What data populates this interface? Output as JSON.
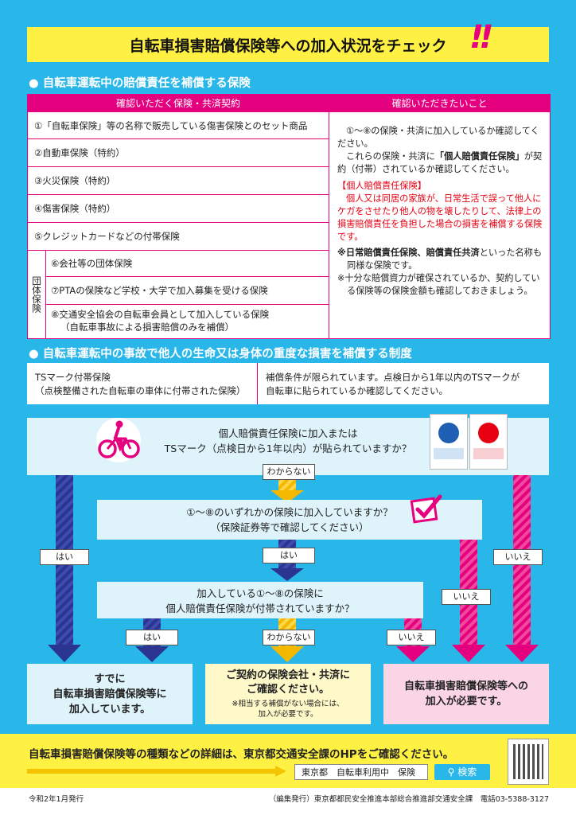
{
  "title": "自転車損害賠償保険等への加入状況をチェック",
  "title_mark": "!!",
  "section1": {
    "heading": "● 自転車運転中の賠償責任を補償する保険"
  },
  "table": {
    "col1_header": "確認いただく保険・共済契約",
    "col2_header": "確認いただきたいこと",
    "rows": [
      "①「自転車保険」等の名称で販売している傷害保険とのセット商品",
      "②自動車保険（特約）",
      "③火災保険（特約）",
      "④傷害保険（特約）",
      "⑤クレジットカードなどの付帯保険",
      "⑥会社等の団体保険",
      "⑦PTAの保険など学校・大学で加入募集を受ける保険",
      "⑧交通安全協会の自転車会員として加入している保険",
      "（自転車事故による損害賠償のみを補償）"
    ],
    "group_label": "団体保険",
    "note1": "①～⑧の保険・共済に加入しているか確認してください。",
    "note2_pre": "これらの保険・共済に",
    "note2_bold": "「個人賠償責任保険」",
    "note2_post": "が契約（付帯）されているか確認してください。",
    "def_head": "【個人賠償責任保険】",
    "def_body": "個人又は同居の家族が、日常生活で誤って他人にケガをさせたり他人の物を壊したりして、法律上の損害賠償責任を負担した場合の損害を補償する保険です。",
    "note3_bold": "※日常賠償責任保険、賠償責任共済",
    "note3_post": "といった名称も同様な保険です。",
    "note4": "※十分な賠償資力が確保されているか、契約している保険等の保険金額も確認しておきましょう。"
  },
  "section2": {
    "heading": "● 自転車運転中の事故で他人の生命又は身体の重度な損害を補償する制度"
  },
  "ts": {
    "left_line1": "TSマーク付帯保険",
    "left_line2": "（点検整備された自転車の車体に付帯された保険）",
    "right_line1": "補償条件が限られています。点検日から1年以内のTSマークが",
    "right_line2": "自転車に貼られているか確認してください。"
  },
  "flow": {
    "q1_line1": "個人賠償責任保険に加入または",
    "q1_line2": "TSマーク（点検日から1年以内）が貼られていますか？",
    "q2_line1": "①～⑧のいずれかの保険に加入していますか？",
    "q2_line2": "（保険証券等で確認してください）",
    "q3_line1": "加入している①～⑧の保険に",
    "q3_line2": "個人賠償責任保険が付帯されていますか？",
    "yes": "はい",
    "no": "いいえ",
    "unknown": "わからない",
    "result_blue_1": "すでに",
    "result_blue_2": "自転車損害賠償保険等に",
    "result_blue_3": "加入しています。",
    "result_yellow_1": "ご契約の保険会社・共済に",
    "result_yellow_2": "ご確認ください。",
    "result_yellow_note1": "※相当する補償がない場合には、",
    "result_yellow_note2": "加入が必要です。",
    "result_pink_1": "自転車損害賠償保険等への",
    "result_pink_2": "加入が必要です。"
  },
  "footer": {
    "text": "自転車損害賠償保険等の種類などの詳細は、東京都交通安全課のHPをご確認ください。",
    "search_query": "東京都　自転車利用中　保険",
    "search_button": "検索"
  },
  "bottom": {
    "date": "令和2年1月発行",
    "publisher": "（編集発行）東京都都民安全推進本部総合推進部交通安全課　電話03-5388-3127"
  },
  "colors": {
    "cyan": "#29b6e8",
    "magenta": "#e5007f",
    "yellow": "#fff143",
    "navy": "#2a3590"
  }
}
